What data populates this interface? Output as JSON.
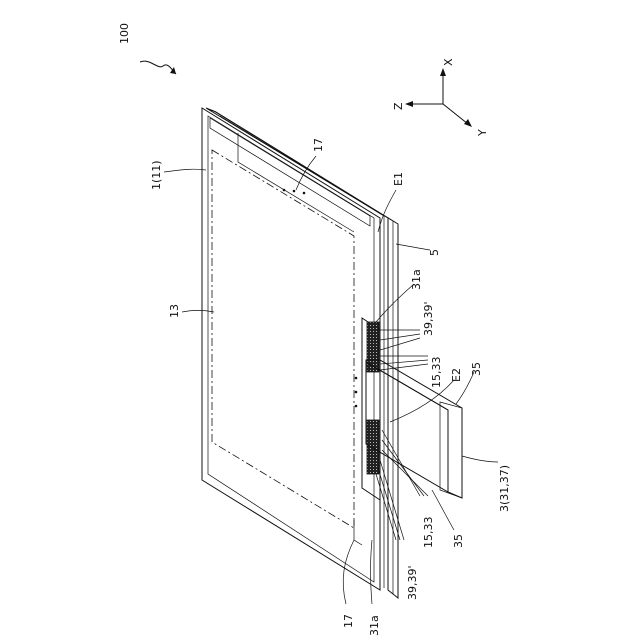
{
  "figure": {
    "ref": "100",
    "axes": {
      "x": "X",
      "y": "Y",
      "z": "Z"
    },
    "labels": {
      "panel": "1(11)",
      "area13": "13",
      "part17_top": "17",
      "part17_bottom": "17",
      "edge_e1": "E1",
      "edge_e2": "E2",
      "part5": "5",
      "part31a_top": "31a",
      "part31a_bottom": "31a",
      "part39_top": "39,39'",
      "part39_bottom": "39,39'",
      "part15_top": "15,33",
      "part15_bottom": "15,33",
      "part35_top": "35",
      "part35_bottom": "35",
      "fpc": "3(31,37)"
    }
  }
}
